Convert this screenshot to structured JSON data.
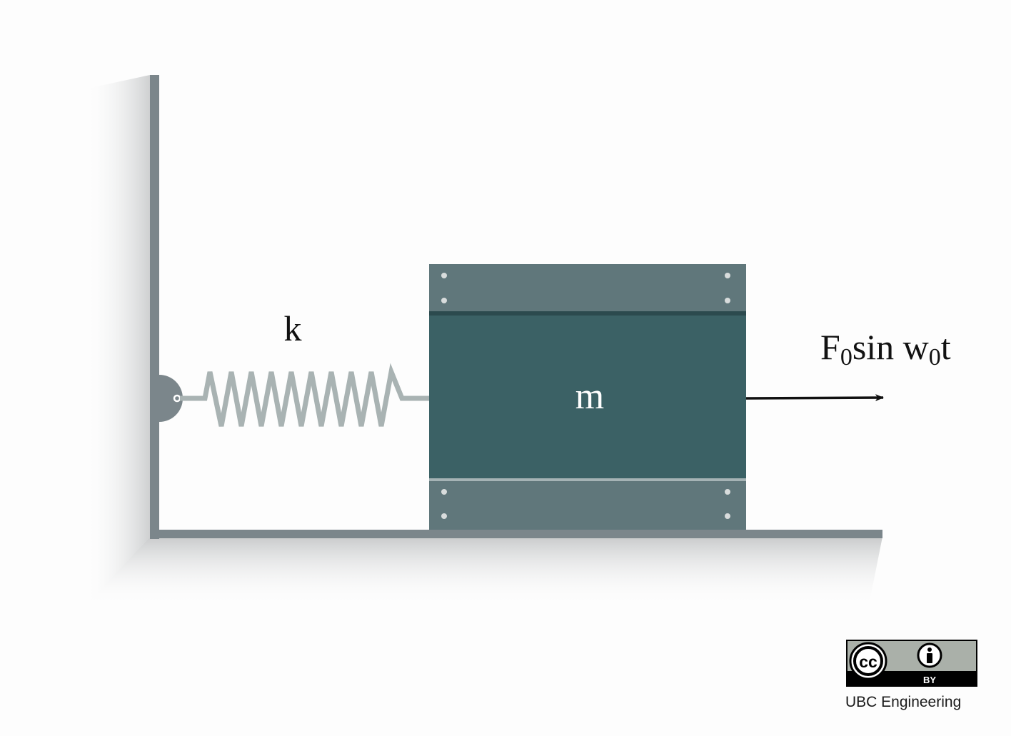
{
  "diagram": {
    "spring_label": "k",
    "mass_label": "m",
    "force_label": {
      "base": "F",
      "sub1": "0",
      "mid": "sin w",
      "sub2": "0",
      "end": "t"
    }
  },
  "license": {
    "cc_text": "cc",
    "by_text": "BY",
    "credit": "UBC Engineering"
  },
  "colors": {
    "wall": "#7b868b",
    "mass_body": "#3b6165",
    "mass_plate": "#60777b",
    "mass_plate_edge_top": "#2c4a4e",
    "mass_plate_edge_bottom": "#a5b3b5",
    "spring": "#a9b3b3",
    "force_arrow": "#111111",
    "badge_bg": "#aab0a9"
  }
}
